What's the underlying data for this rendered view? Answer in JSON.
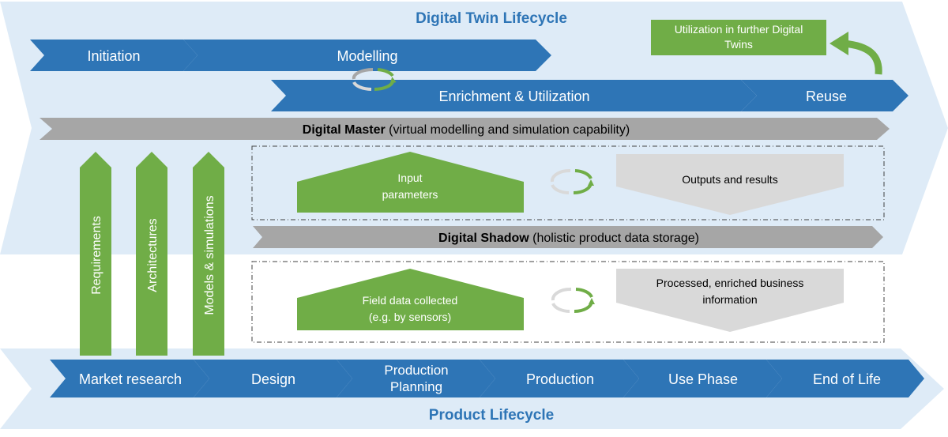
{
  "twin": {
    "title": "Digital Twin Lifecycle",
    "initiation": "Initiation",
    "modelling": "Modelling",
    "enrichment": "Enrichment & Utilization",
    "reuse": "Reuse",
    "further_line1": "Utilization in further Digital",
    "further_line2": "Twins"
  },
  "master": {
    "bold": "Digital Master",
    "rest": " (virtual modelling and simulation capability)"
  },
  "shadow": {
    "bold": "Digital Shadow",
    "rest": " (holistic product data storage)"
  },
  "upper_box": {
    "input_line1": "Input",
    "input_line2": "parameters",
    "output": "Outputs and results"
  },
  "lower_box": {
    "field_line1": "Field data collected",
    "field_line2": "(e.g. by sensors)",
    "processed_line1": "Processed, enriched business",
    "processed_line2": "information"
  },
  "vertical": {
    "requirements": "Requirements",
    "architectures": "Architectures",
    "models": "Models & simulations"
  },
  "product": {
    "title": "Product Lifecycle",
    "market": "Market research",
    "design": "Design",
    "planning_line1": "Production",
    "planning_line2": "Planning",
    "production": "Production",
    "use": "Use Phase",
    "eol": "End of Life"
  },
  "colors": {
    "blue": "#2e75b6",
    "green": "#70ad47",
    "gray": "#a6a6a6",
    "light_gray": "#d9d9d9",
    "light_blue": "#deebf7",
    "title_blue": "#2e75b6"
  }
}
